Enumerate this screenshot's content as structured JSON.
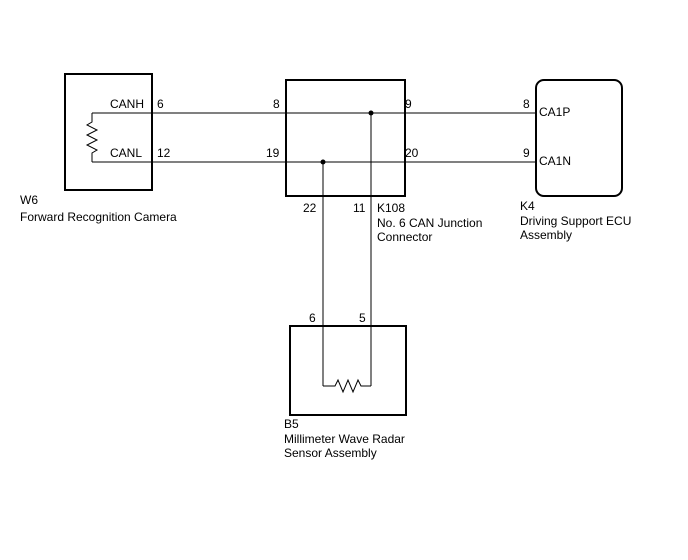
{
  "components": {
    "camera": {
      "code": "W6",
      "name": "Forward Recognition Camera"
    },
    "junction": {
      "code": "K108",
      "name_line1": "No. 6 CAN Junction",
      "name_line2": "Connector"
    },
    "ecu": {
      "code": "K4",
      "name_line1": "Driving Support ECU",
      "name_line2": "Assembly"
    },
    "radar": {
      "code": "B5",
      "name_line1": "Millimeter Wave Radar",
      "name_line2": "Sensor Assembly"
    }
  },
  "signals": {
    "canh": "CANH",
    "canl": "CANL",
    "ca1p": "CA1P",
    "ca1n": "CA1N"
  },
  "pins": {
    "camera_canh": "6",
    "camera_canl": "12",
    "junction_left_h": "8",
    "junction_left_l": "19",
    "junction_right_h": "9",
    "junction_right_l": "20",
    "junction_bottom_l": "22",
    "junction_bottom_h": "11",
    "ecu_ca1p": "8",
    "ecu_ca1n": "9",
    "radar_left": "6",
    "radar_right": "5"
  }
}
